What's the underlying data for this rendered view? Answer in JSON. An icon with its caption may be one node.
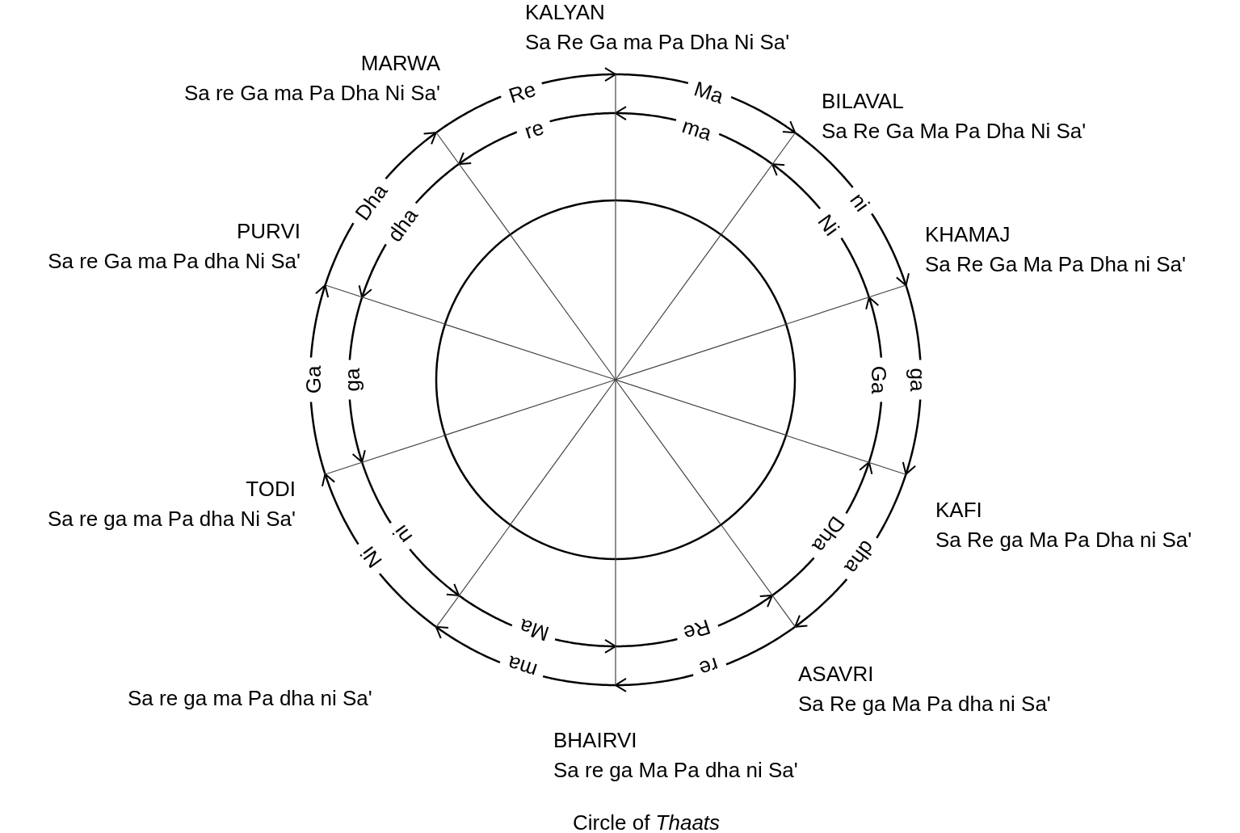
{
  "diagram": {
    "caption": "Circle of *Thaats*",
    "nodes": [
      {
        "text": [
          "KALYAN",
          "Sa Re Ga ma Pa Dha Ni Sa'"
        ]
      },
      {
        "text": [
          "BILAVAL",
          "Sa Re Ga Ma Pa Dha Ni Sa'"
        ]
      },
      {
        "text": [
          "KHAMAJ",
          "Sa Re Ga Ma Pa Dha ni Sa'"
        ]
      },
      {
        "text": [
          "KAFI",
          "Sa Re ga Ma Pa Dha ni Sa'"
        ]
      },
      {
        "text": [
          "ASAVRI",
          "Sa Re ga Ma Pa dha ni Sa'"
        ]
      },
      {
        "text": [
          "BHAIRVI",
          "Sa re ga Ma Pa dha ni Sa'"
        ]
      },
      {
        "text": [
          "Sa re ga ma Pa dha ni Sa'"
        ]
      },
      {
        "text": [
          "TODI",
          "Sa re ga ma Pa dha Ni Sa'"
        ]
      },
      {
        "text": [
          "PURVI",
          "Sa re Ga ma Pa dha Ni Sa'"
        ]
      },
      {
        "text": [
          "MARWA",
          "Sa re Ga ma Pa Dha Ni Sa'"
        ]
      }
    ],
    "edges": [
      {
        "from": 9,
        "to": 0,
        "arrow": "to",
        "label": "Re"
      },
      {
        "from": 0,
        "to": 1,
        "arrow": "to",
        "label": "Ma"
      },
      {
        "from": 1,
        "to": 2,
        "arrow": "to",
        "label": "ni"
      },
      {
        "from": 2,
        "to": 3,
        "arrow": "to",
        "label": "ga"
      },
      {
        "from": 3,
        "to": 4,
        "arrow": "to",
        "label": "dha"
      },
      {
        "from": 4,
        "to": 5,
        "arrow": "to",
        "label": "re"
      },
      {
        "from": 5,
        "to": 6,
        "arrow": "to",
        "label": "ma"
      },
      {
        "from": 6,
        "to": 7,
        "arrow": "to",
        "label": "Ni"
      },
      {
        "from": 7,
        "to": 8,
        "arrow": "to",
        "label": "Ga"
      },
      {
        "from": 8,
        "to": 9,
        "arrow": "to",
        "label": "Dha"
      },
      {
        "from": 1,
        "to": 0,
        "arrow": "to",
        "label": "ma"
      },
      {
        "from": 2,
        "to": 1,
        "arrow": "to",
        "label": "Ni"
      },
      {
        "from": 3,
        "to": 2,
        "arrow": "to",
        "label": "Ga"
      },
      {
        "from": 4,
        "to": 3,
        "arrow": "to",
        "label": "Dha"
      },
      {
        "from": 5,
        "to": 4,
        "arrow": "to",
        "label": "Re"
      },
      {
        "from": 6,
        "to": 5,
        "arrow": "to",
        "label": "Ma"
      },
      {
        "from": 7,
        "to": 6,
        "arrow": "to",
        "label": "ni"
      },
      {
        "from": 8,
        "to": 7,
        "arrow": "to",
        "label": "ga"
      },
      {
        "from": 9,
        "to": 8,
        "arrow": "to",
        "label": "dha"
      },
      {
        "from": 0,
        "to": 9,
        "arrow": "to",
        "label": "re"
      }
    ]
  }
}
